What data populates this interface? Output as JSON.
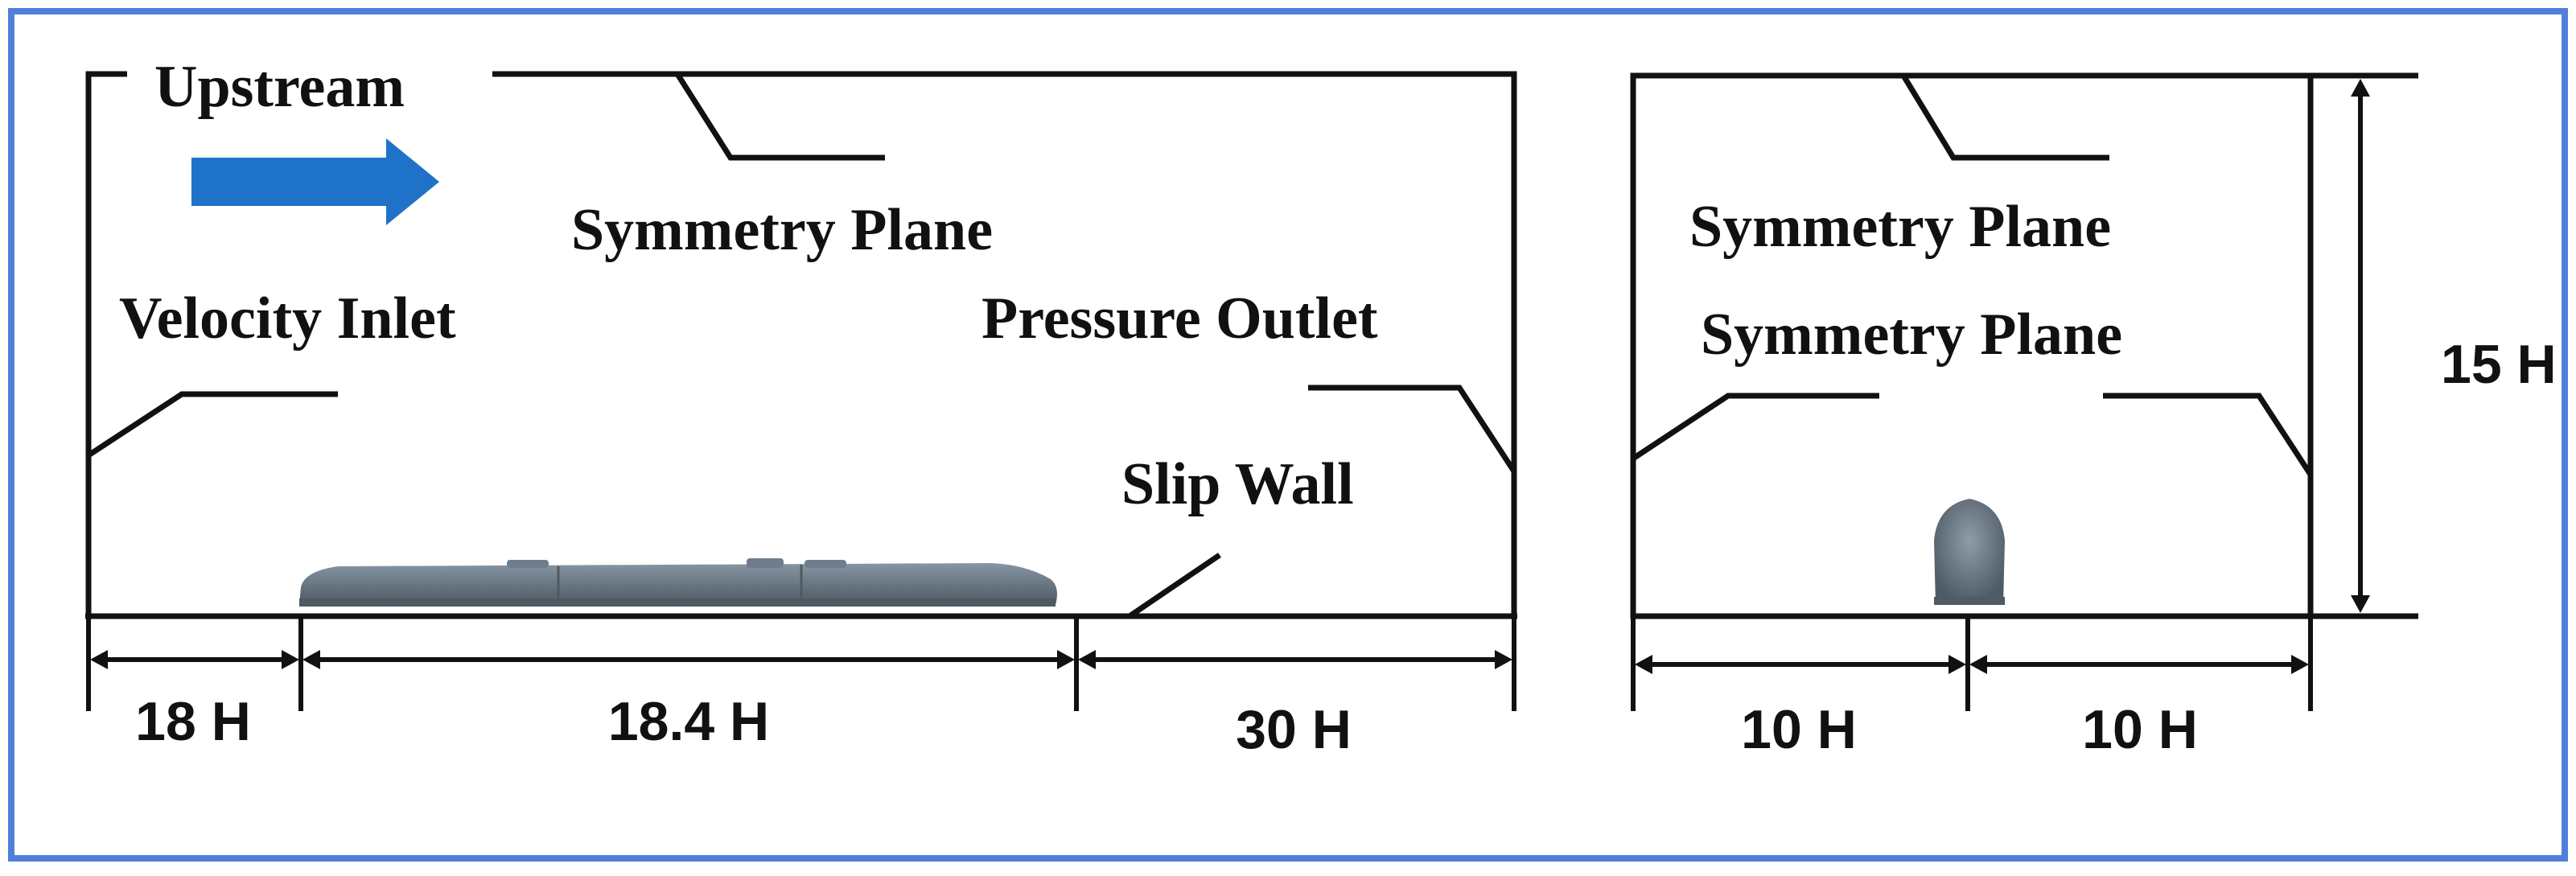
{
  "labels": {
    "upstream": "Upstream",
    "symmetry_plane_side": "Symmetry Plane",
    "velocity_inlet": "Velocity Inlet",
    "pressure_outlet": "Pressure Outlet",
    "slip_wall": "Slip Wall",
    "symmetry_plane_front_top": "Symmetry Plane",
    "symmetry_plane_front_sides": "Symmetry Plane"
  },
  "dimensions": {
    "upstream_length": "18 H",
    "train_length": "18.4 H",
    "downstream_length": "30 H",
    "half_width_left": "10 H",
    "half_width_right": "10 H",
    "height": "15 H"
  },
  "colors": {
    "frame_border": "#4f7fd6",
    "flow_arrow": "#1e72c8",
    "train_body": "#6f7e8c",
    "train_dark": "#4e5b67",
    "line": "#111111"
  },
  "icons": {
    "flow_direction": "right-arrow-icon"
  }
}
